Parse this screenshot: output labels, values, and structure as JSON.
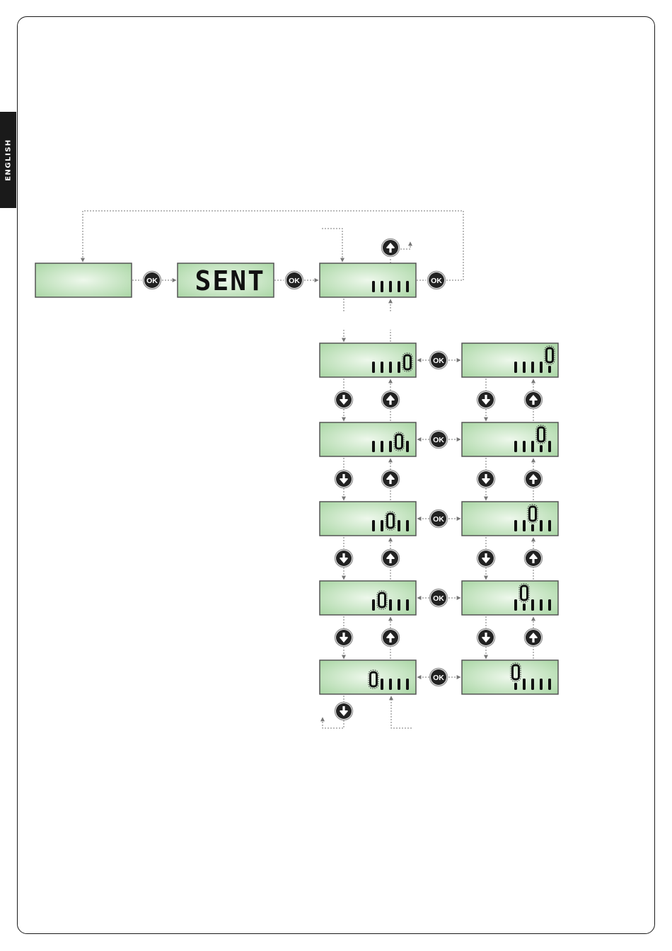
{
  "sidebar": {
    "language_label": "ENGLISH"
  },
  "buttons": {
    "ok_label": "OK"
  },
  "displays": {
    "first": {
      "text": ""
    },
    "menu": {
      "text": "SENT"
    },
    "code_entry": {
      "digits": 5
    },
    "left_column": [
      {
        "step": 1,
        "selected_digit": 5
      },
      {
        "step": 2,
        "selected_digit": 4
      },
      {
        "step": 3,
        "selected_digit": 3
      },
      {
        "step": 4,
        "selected_digit": 2
      },
      {
        "step": 5,
        "selected_digit": 1
      }
    ],
    "right_column": [
      {
        "step": 1,
        "raised_digit": 5
      },
      {
        "step": 2,
        "raised_digit": 4
      },
      {
        "step": 3,
        "raised_digit": 3
      },
      {
        "step": 4,
        "raised_digit": 2
      },
      {
        "step": 5,
        "raised_digit": 1
      }
    ]
  },
  "colors": {
    "lcd_center": "#eef8ec",
    "lcd_edge": "#a9d6a4",
    "button_fill": "#222222",
    "connector": "#777777",
    "frame": "#1a1a1a"
  },
  "icons": [
    "ok-button-icon",
    "arrow-up-icon",
    "arrow-down-icon"
  ]
}
